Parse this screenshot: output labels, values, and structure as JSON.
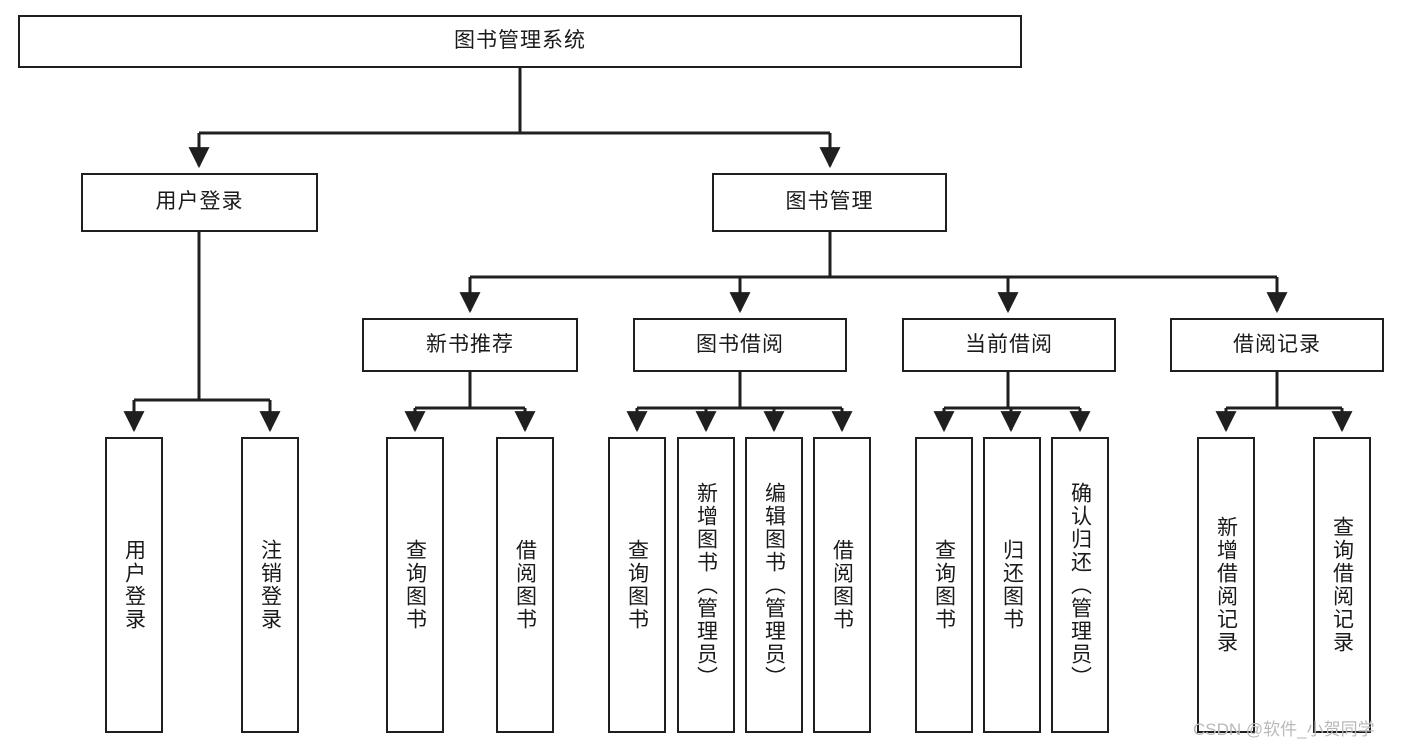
{
  "diagram": {
    "title": "图书管理系统",
    "watermark": "CSDN @软件_小贺同学",
    "stroke_color": "#1f1f1f",
    "background_color": "#ffffff",
    "text_color": "#1a1a1a"
  },
  "nodes": {
    "root": {
      "label": "图书管理系统"
    },
    "level2": [
      {
        "id": "user-login",
        "label": "用户登录"
      },
      {
        "id": "book-manage",
        "label": "图书管理"
      }
    ],
    "level3": [
      {
        "id": "new-book-recommend",
        "label": "新书推荐"
      },
      {
        "id": "book-borrow",
        "label": "图书借阅"
      },
      {
        "id": "current-borrow",
        "label": "当前借阅"
      },
      {
        "id": "borrow-record",
        "label": "借阅记录"
      }
    ],
    "leaves": {
      "user-login": [
        {
          "id": "leaf-user-login",
          "label": "用户登录"
        },
        {
          "id": "leaf-logout-login",
          "label": "注销登录"
        }
      ],
      "new-book-recommend": [
        {
          "id": "leaf-query-book-1",
          "label": "查询图书"
        },
        {
          "id": "leaf-borrow-book-1",
          "label": "借阅图书"
        }
      ],
      "book-borrow": [
        {
          "id": "leaf-query-book-2",
          "label": "查询图书"
        },
        {
          "id": "leaf-add-book",
          "label": "新增图书（管理员）"
        },
        {
          "id": "leaf-edit-book",
          "label": "编辑图书（管理员）"
        },
        {
          "id": "leaf-borrow-book-2",
          "label": "借阅图书"
        }
      ],
      "current-borrow": [
        {
          "id": "leaf-query-book-3",
          "label": "查询图书"
        },
        {
          "id": "leaf-return-book",
          "label": "归还图书"
        },
        {
          "id": "leaf-confirm-return",
          "label": "确认归还（管理员）"
        }
      ],
      "borrow-record": [
        {
          "id": "leaf-add-record",
          "label": "新增借阅记录"
        },
        {
          "id": "leaf-query-record",
          "label": "查询借阅记录"
        }
      ]
    }
  }
}
